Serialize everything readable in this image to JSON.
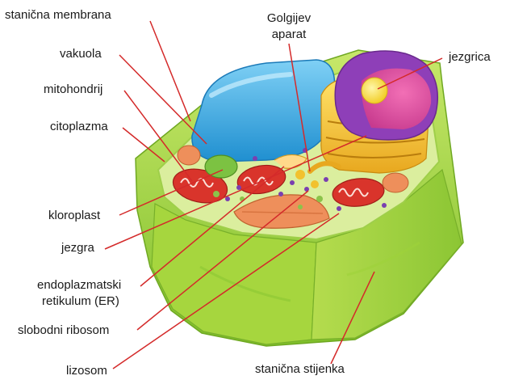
{
  "labels": {
    "stanicna_membrana": "stanična membrana",
    "vakuola": "vakuola",
    "mitohondrij": "mitohondrij",
    "citoplazma": "citoplazma",
    "kloroplast": "kloroplast",
    "jezgra": "jezgra",
    "er_line1": "endoplazmatski",
    "er_line2": "retikulum (ER)",
    "slobodni_ribosom": "slobodni ribosom",
    "lizosom": "lizosom",
    "golgi_line1": "Golgijev",
    "golgi_line2": "aparat",
    "jezgrica": "jezgrica",
    "stanicna_stijenka": "stanična stijenka"
  },
  "colors": {
    "leader_line": "#d42a2a",
    "cell_wall": "#9fd23a",
    "cytoplasm": "#d9ed9a",
    "vacuole": "#3aa6e0",
    "nucleus": "#8e3fb8",
    "nucleolus": "#f7e14a",
    "golgi": "#f2c12e",
    "mitochondrion": "#d9342b",
    "chloroplast": "#7cc242",
    "lysosome": "#ee8f5b"
  }
}
